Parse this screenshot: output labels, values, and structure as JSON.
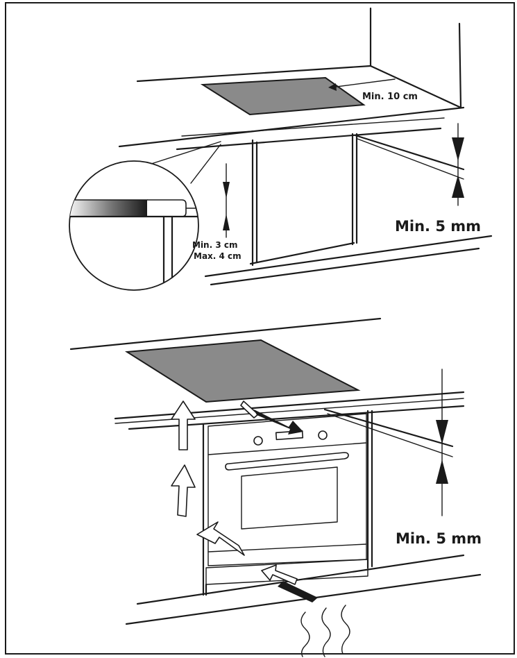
{
  "labels": {
    "top_side_gap": "Min. 10 cm",
    "top_clearance": "Min. 5 mm",
    "detail_min": "Min. 3 cm",
    "detail_max": "Max. 4 cm",
    "bottom_clearance": "Min. 5 mm"
  },
  "colors": {
    "line": "#1a1a1a",
    "hob_fill": "#8a8a8a",
    "background": "#ffffff"
  }
}
